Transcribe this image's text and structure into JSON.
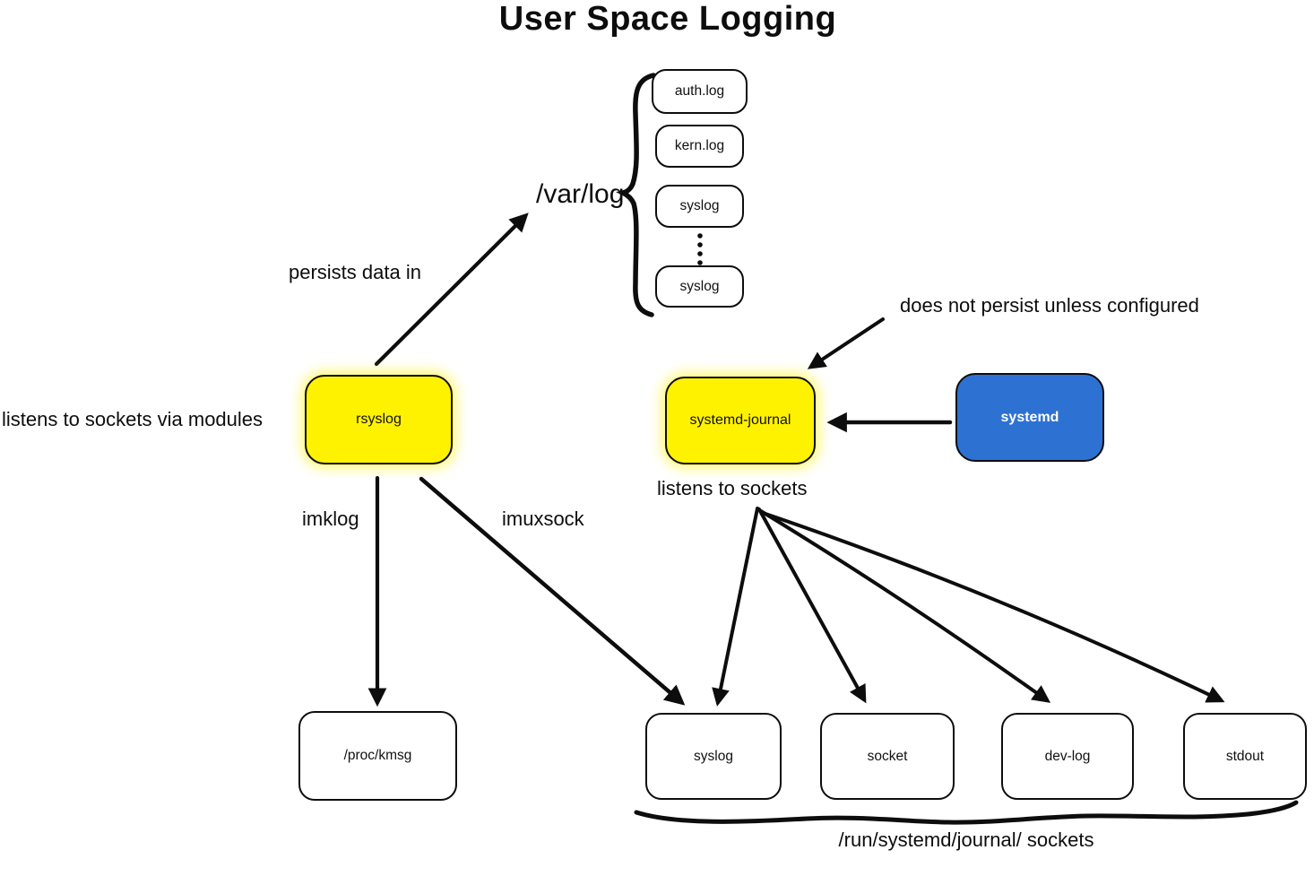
{
  "title": "User Space Logging",
  "colors": {
    "node_yellow": "#FFF200",
    "node_blue": "#2D72D2",
    "stroke": "#0d0d0d",
    "background": "#ffffff"
  },
  "var_log": {
    "label": "/var/log",
    "files": [
      "auth.log",
      "kern.log",
      "syslog",
      "syslog"
    ],
    "ellipsis": "vertical-dots"
  },
  "nodes": {
    "rsyslog": {
      "label": "rsyslog"
    },
    "systemd_journal": {
      "label": "systemd-journal"
    },
    "systemd": {
      "label": "systemd"
    },
    "proc_kmsg": {
      "label": "/proc/kmsg"
    },
    "sockets": [
      "syslog",
      "socket",
      "dev-log",
      "stdout"
    ]
  },
  "annotations": {
    "persists": "persists data in",
    "listens_modules": "listens to sockets via modules",
    "does_not_persist": "does not persist unless configured",
    "listens_sockets": "listens to sockets",
    "imklog": "imklog",
    "imuxsock": "imuxsock",
    "run_sockets": "/run/systemd/journal/ sockets"
  }
}
